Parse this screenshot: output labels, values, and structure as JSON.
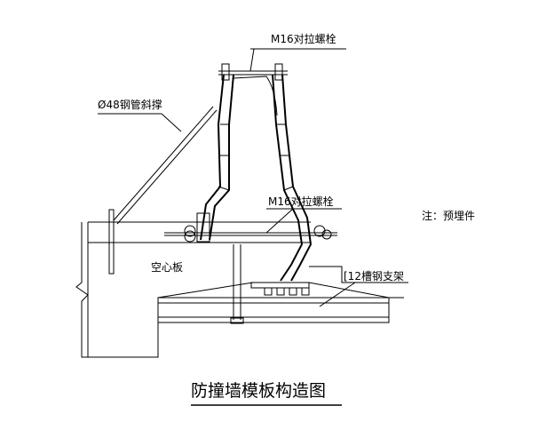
{
  "labels": {
    "top_bolt": "M16对拉螺栓",
    "mid_bolt": "M16对拉螺栓",
    "brace": "Ø48钢管斜撑",
    "note": "注：预埋件",
    "slab": "空心板",
    "channel": "[12槽钢支架"
  },
  "title": "防撞墙模板构造图"
}
